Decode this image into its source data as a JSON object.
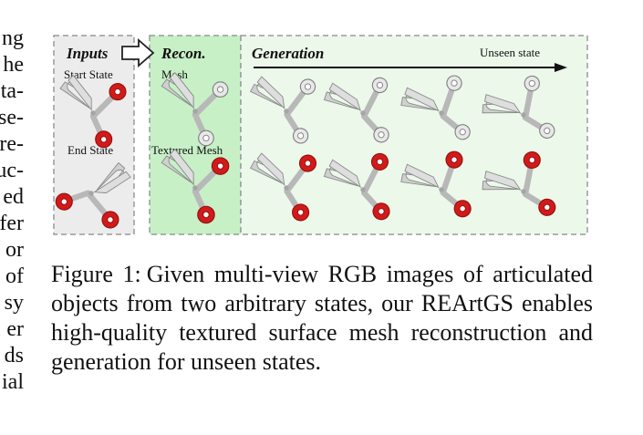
{
  "left_column_fragments": [
    "ng",
    "he",
    "ta-",
    "se-",
    "re-",
    "uc-",
    "ed",
    "fer",
    "or",
    "of",
    "sy",
    "er",
    "ds",
    "ial"
  ],
  "figure": {
    "panels": {
      "inputs": {
        "title": "Inputs",
        "start_label": "Start State",
        "end_label": "End State"
      },
      "recon": {
        "title": "Recon.",
        "mesh_label": "Mesh",
        "textured_label": "Textured Mesh"
      },
      "generation": {
        "title": "Generation",
        "arrow_label": "Unseen state"
      }
    },
    "colors": {
      "inputs_bg": "#ececec",
      "recon_bg": "#c7f0c6",
      "generation_bg": "#ebf8ea",
      "border": "#9a9a9a",
      "handle_red": "#d21a1a",
      "blade_gray": "#c9c9c9"
    },
    "icons": [
      "hollow-right-arrow-icon",
      "scissors-icon"
    ]
  },
  "caption": {
    "label": "Figure 1:",
    "text": "Given multi-view RGB images of articulated objects from two arbitrary states, our REArtGS enables high-quality textured surface mesh reconstruction and generation for unseen states."
  }
}
